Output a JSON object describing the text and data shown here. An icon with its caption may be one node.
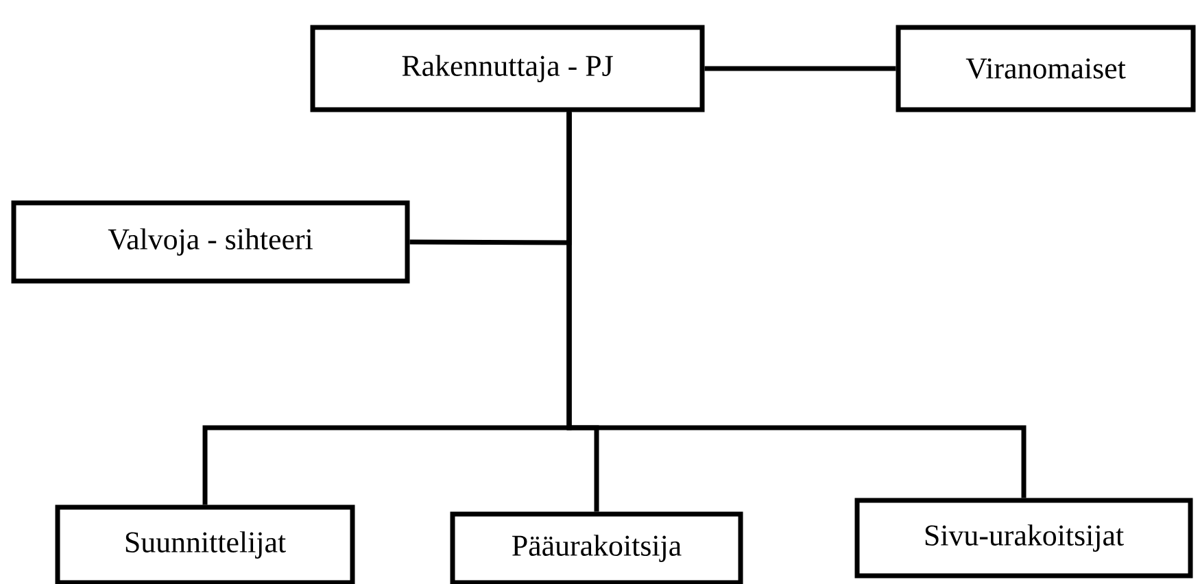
{
  "diagram": {
    "nodes": [
      {
        "text": [
          "Rakennuttaja - PJ"
        ]
      },
      {
        "text": [
          "Viranomaiset"
        ]
      },
      {
        "text": [
          "Valvoja - sihteeri"
        ]
      },
      {
        "text": [
          "Suunnittelijat"
        ]
      },
      {
        "text": [
          "Pääurakoitsija"
        ]
      },
      {
        "text": [
          "Sivu-urakoitsijat"
        ]
      }
    ],
    "edges": [
      {
        "from": 0,
        "to": 1,
        "arrow": "none"
      },
      {
        "from": 0,
        "to": 2,
        "arrow": "none"
      },
      {
        "from": 0,
        "to": 3,
        "arrow": "none"
      },
      {
        "from": 0,
        "to": 4,
        "arrow": "none"
      },
      {
        "from": 0,
        "to": 5,
        "arrow": "none"
      }
    ]
  }
}
